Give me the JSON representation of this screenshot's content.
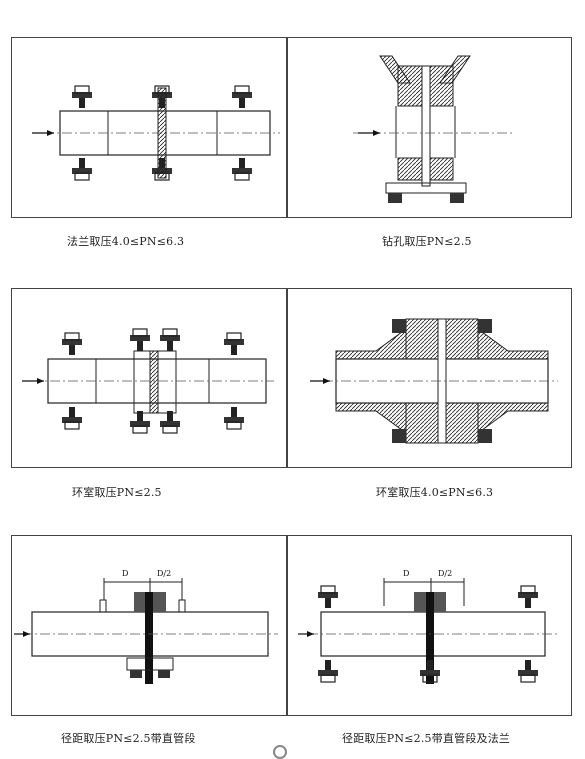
{
  "figures": [
    {
      "id": "flange-tap",
      "caption": "法兰取压4.0≤PN≤6.3"
    },
    {
      "id": "drill-tap",
      "caption": "钻孔取压PN≤2.5"
    },
    {
      "id": "ring-chamber",
      "caption": "环室取压PN≤2.5"
    },
    {
      "id": "ring-chamber-high",
      "caption": "环室取压4.0≤PN≤6.3"
    },
    {
      "id": "radius-tap",
      "caption": "径距取压PN≤2.5带直管段",
      "dims": [
        "D",
        "D/2"
      ]
    },
    {
      "id": "radius-tap-flange",
      "caption": "径距取压PN≤2.5带直管段及法兰",
      "dims": [
        "D",
        "D/2"
      ]
    }
  ]
}
